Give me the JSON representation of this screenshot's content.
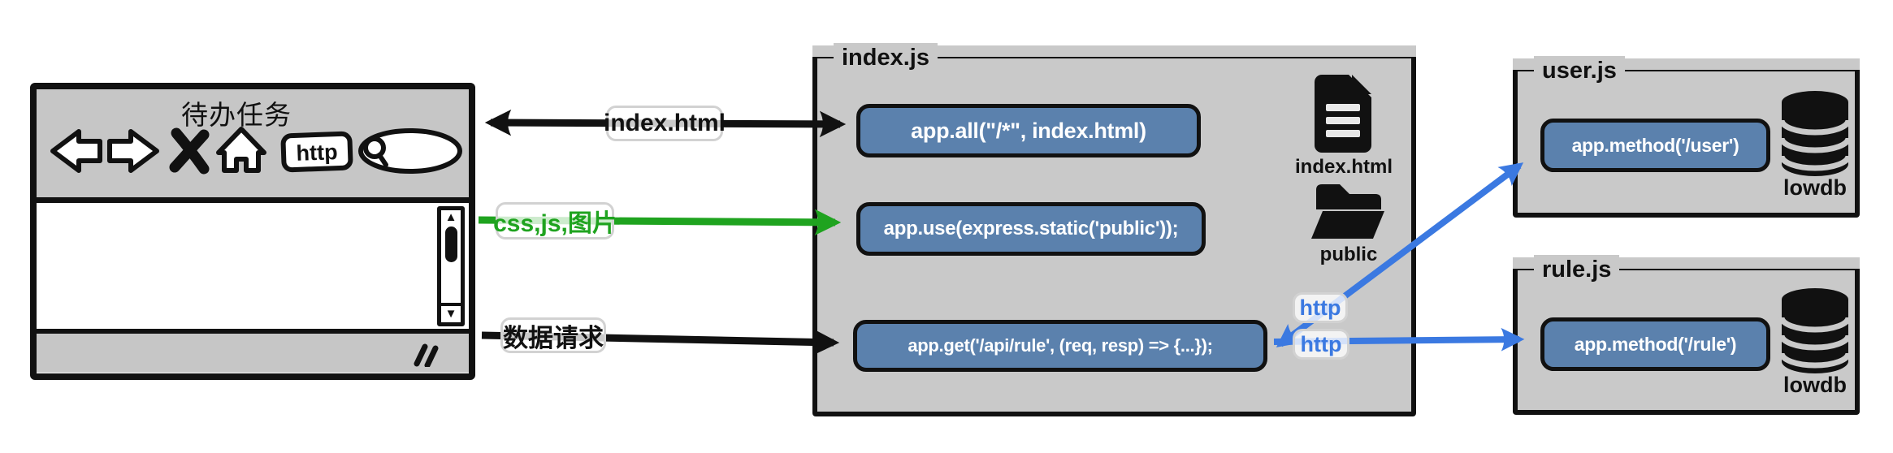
{
  "colors": {
    "panel_gray": "#c9c9c9",
    "header_gray": "#c6c6c6",
    "code_blue": "#5b81ad",
    "arrow_blue": "#3b79e1",
    "arrow_green": "#1fa31f",
    "ink": "#111111"
  },
  "browser": {
    "title": "待办任务",
    "toolbar": {
      "back_icon": "back-arrow",
      "forward_icon": "forward-arrow",
      "close_icon": "x-mark",
      "home_icon": "house",
      "address_label": "http",
      "search_icon": "magnifier"
    },
    "scrollbar": {
      "up_glyph": "▲",
      "down_glyph": "▼"
    }
  },
  "connections": {
    "index_html_label": "index.html",
    "static_label": "css,js,图片",
    "data_request_label": "数据请求",
    "http_upper_label": "http",
    "http_lower_label": "http"
  },
  "index_js": {
    "legend": "index.js",
    "code_blocks": [
      "app.all(\"/*\", index.html)",
      "app.use(express.static('public'));",
      "app.get('/api/rule', (req, resp) => {...});"
    ],
    "file_label": "index.html",
    "folder_label": "public"
  },
  "user_js": {
    "legend": "user.js",
    "code_block": "app.method('/user')",
    "db_label": "lowdb"
  },
  "rule_js": {
    "legend": "rule.js",
    "code_block": "app.method('/rule')",
    "db_label": "lowdb"
  }
}
